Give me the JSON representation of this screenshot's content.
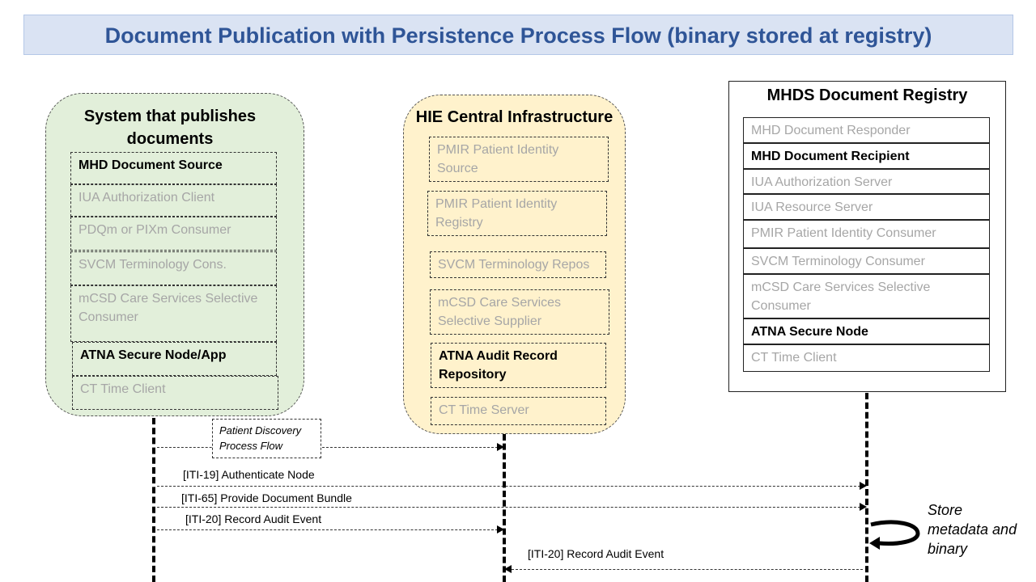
{
  "title": "Document Publication with Persistence Process Flow (binary stored at registry)",
  "source_system": {
    "title": "System that publishes documents",
    "actors": [
      {
        "label": "MHD Document Source",
        "active": true
      },
      {
        "label": "IUA Authorization Client",
        "active": false
      },
      {
        "label": "PDQm or PIXm Consumer",
        "active": false
      },
      {
        "label": "SVCM Terminology Cons.",
        "active": false
      },
      {
        "label": "mCSD Care Services Selective Consumer",
        "active": false
      },
      {
        "label": "ATNA Secure Node/App",
        "active": true
      },
      {
        "label": "CT Time Client",
        "active": false
      }
    ]
  },
  "hie": {
    "title": "HIE Central Infrastructure",
    "actors": [
      {
        "label": "PMIR Patient Identity Source",
        "active": false
      },
      {
        "label": "PMIR Patient Identity Registry",
        "active": false
      },
      {
        "label": "SVCM Terminology Repos",
        "active": false
      },
      {
        "label": "mCSD Care Services Selective Supplier",
        "active": false
      },
      {
        "label": "ATNA Audit Record Repository",
        "active": true
      },
      {
        "label": "CT Time Server",
        "active": false
      }
    ]
  },
  "registry": {
    "title": "MHDS Document Registry",
    "actors": [
      {
        "label": "MHD Document Responder",
        "active": false
      },
      {
        "label": "MHD Document Recipient",
        "active": true
      },
      {
        "label": "IUA Authorization Server",
        "active": false
      },
      {
        "label": "IUA Resource Server",
        "active": false
      },
      {
        "label": "PMIR Patient Identity Consumer",
        "active": false
      },
      {
        "label": "SVCM Terminology Consumer",
        "active": false
      },
      {
        "label": "mCSD Care Services Selective Consumer",
        "active": false
      },
      {
        "label": "ATNA Secure Node",
        "active": true
      },
      {
        "label": "CT Time Client",
        "active": false
      }
    ]
  },
  "patient_discovery_note": "Patient Discovery Process Flow",
  "messages": [
    {
      "label": "[ITI-19] Authenticate Node"
    },
    {
      "label": "[ITI-65] Provide Document Bundle"
    },
    {
      "label": "[ITI-20] Record Audit Event"
    },
    {
      "label": "[ITI-20] Record Audit Event"
    }
  ],
  "store_note": "Store metadata and binary",
  "icons": {
    "self_loop": "curved-return-arrow-icon"
  }
}
